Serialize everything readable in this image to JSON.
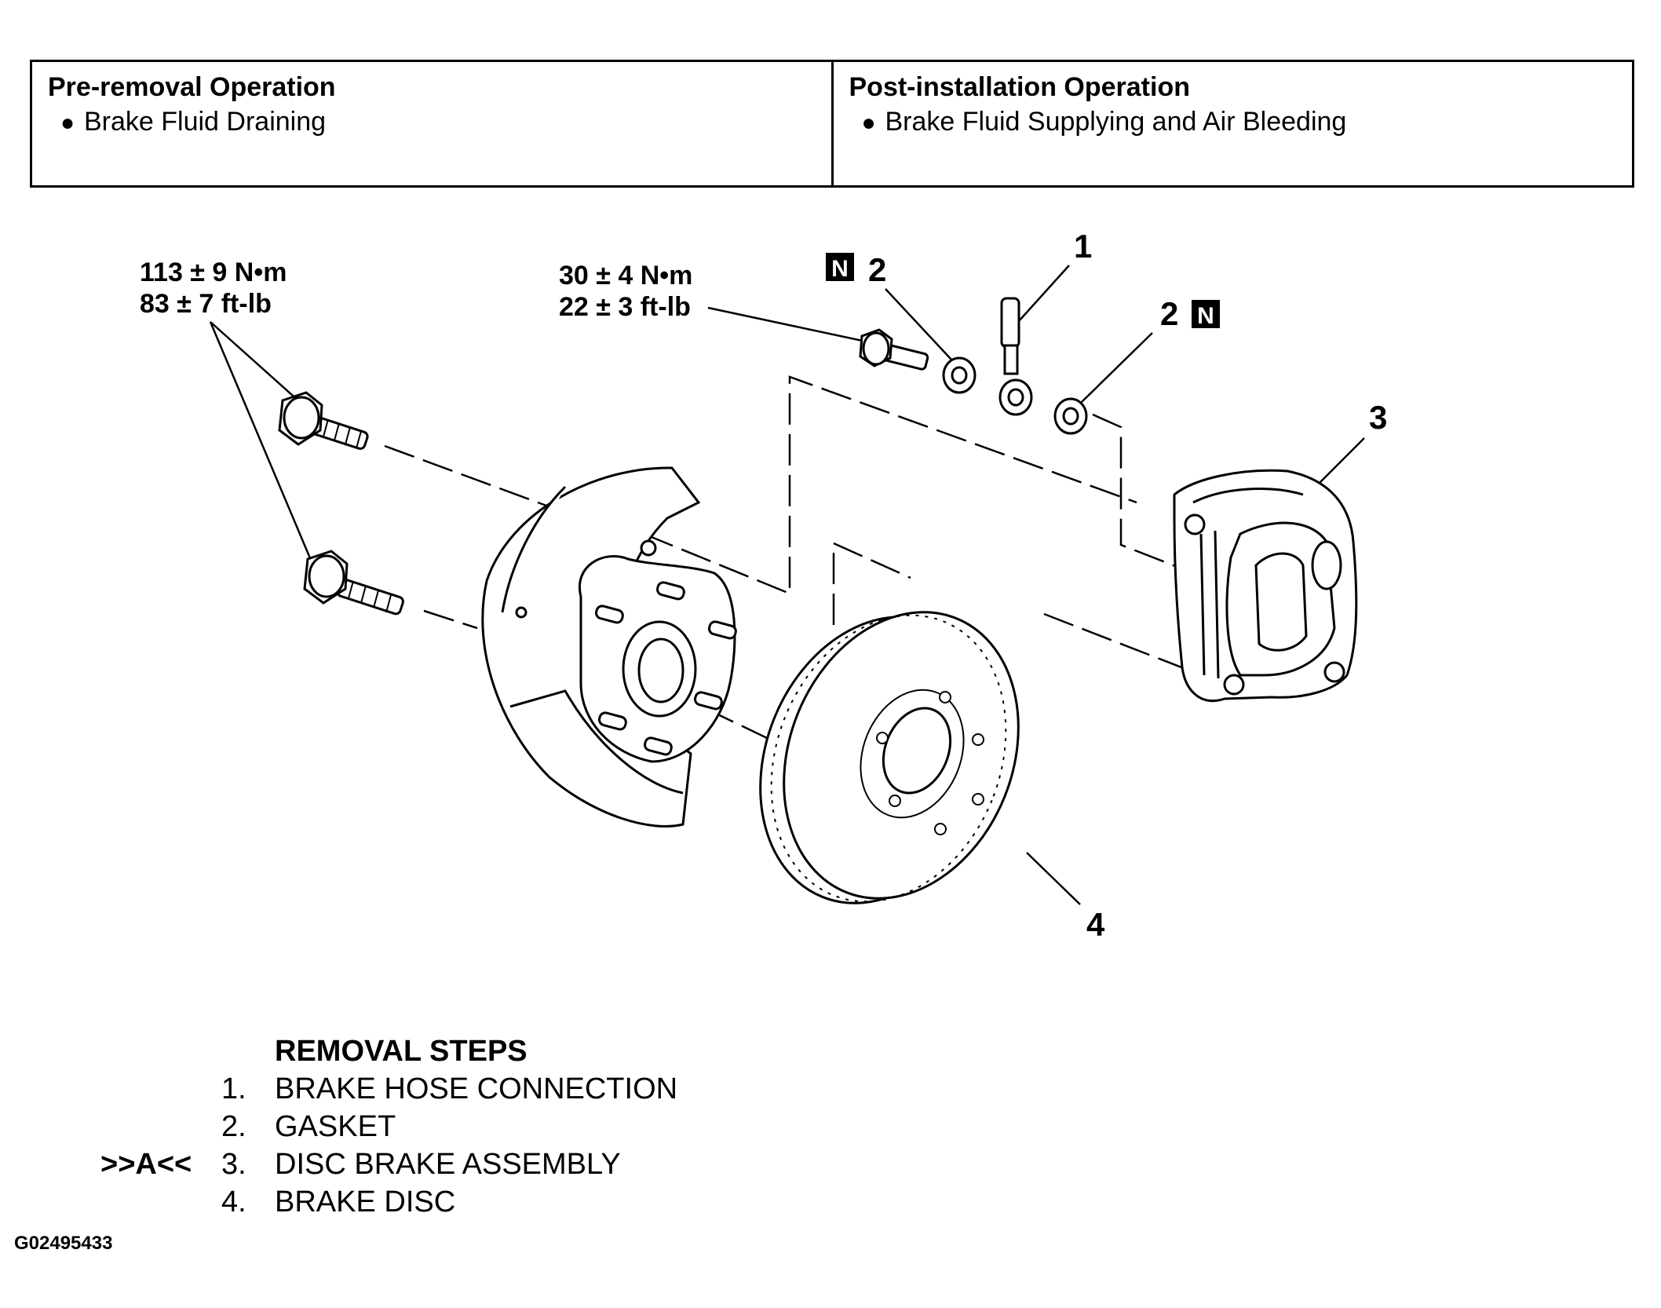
{
  "operations": {
    "pre_removal": {
      "title": "Pre-removal Operation",
      "items": [
        "Brake Fluid Draining"
      ]
    },
    "post_installation": {
      "title": "Post-installation Operation",
      "items": [
        "Brake Fluid Supplying and Air Bleeding"
      ]
    }
  },
  "diagram": {
    "torque_upper_left": {
      "nm": "113 ± 9 N•m",
      "ftlb": "83 ± 7 ft-lb"
    },
    "torque_center": {
      "nm": "30 ± 4 N•m",
      "ftlb": "22 ± 3 ft-lb"
    },
    "non_reusable_mark": "N",
    "callouts": [
      "1",
      "2",
      "2",
      "3",
      "4"
    ]
  },
  "removal_steps": {
    "title": "REMOVAL STEPS",
    "steps": [
      {
        "number": "1.",
        "label": "BRAKE HOSE CONNECTION",
        "ref": ""
      },
      {
        "number": "2.",
        "label": "GASKET",
        "ref": ""
      },
      {
        "number": "3.",
        "label": "DISC BRAKE ASSEMBLY",
        "ref": ">>A<<"
      },
      {
        "number": "4.",
        "label": "BRAKE DISC",
        "ref": ""
      }
    ]
  },
  "figure_id": "G02495433"
}
